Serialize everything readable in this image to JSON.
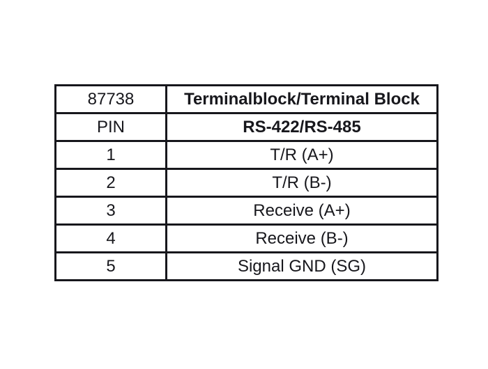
{
  "page": {
    "background": "#ffffff"
  },
  "table": {
    "title_semantic": "pin-assignment-table",
    "header": {
      "product_id": "87738",
      "connector_label": "Terminalblock/Terminal Block",
      "pin_column_label": "PIN",
      "interface_label": "RS-422/RS-485"
    },
    "rows": [
      {
        "pin": "1",
        "signal": "T/R (A+)"
      },
      {
        "pin": "2",
        "signal": "T/R (B-)"
      },
      {
        "pin": "3",
        "signal": "Receive (A+)"
      },
      {
        "pin": "4",
        "signal": "Receive (B-)"
      },
      {
        "pin": "5",
        "signal": "Signal GND (SG)"
      }
    ],
    "colors": {
      "border": "#17171c",
      "text": "#17171c",
      "cell_background": "#ffffff"
    }
  }
}
